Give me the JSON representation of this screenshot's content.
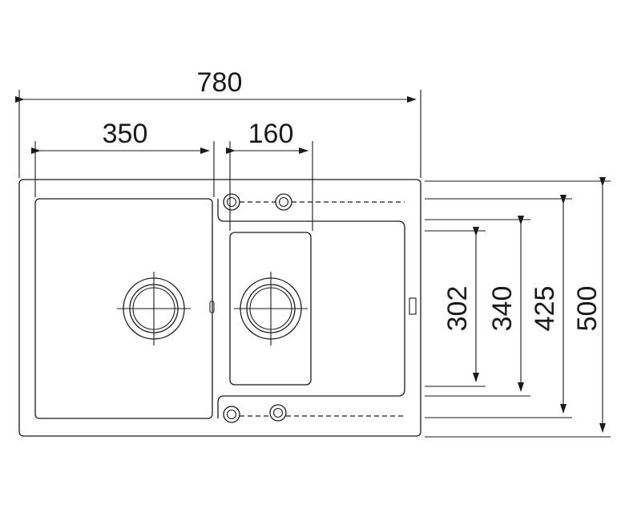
{
  "dimensions": {
    "overall_width": "780",
    "main_bowl_width": "350",
    "small_bowl_width": "160",
    "small_bowl_depth": "302",
    "drainer_depth": "340",
    "main_bowl_depth": "425",
    "overall_depth": "500"
  },
  "colors": {
    "line": "#1a1a1a",
    "background": "#ffffff"
  }
}
